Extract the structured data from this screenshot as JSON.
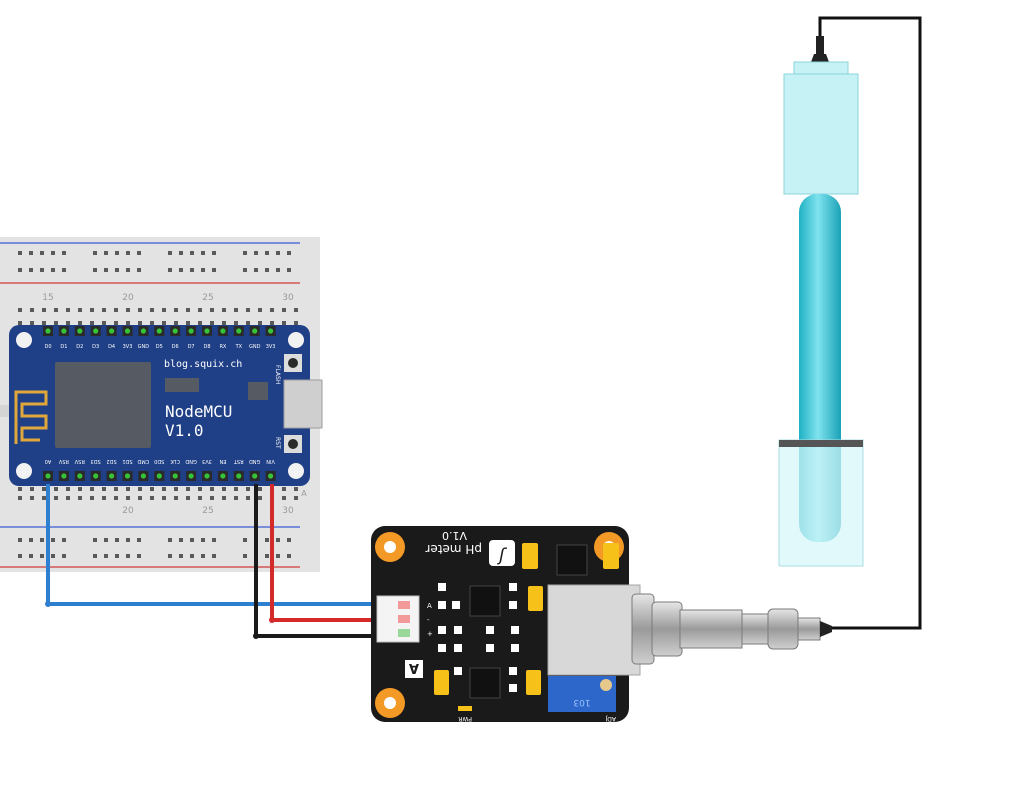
{
  "breadboard": {
    "top_numbers": [
      "15",
      "20",
      "25",
      "30"
    ],
    "bottom_numbers": [
      "20",
      "25",
      "30"
    ],
    "row_letter": "A"
  },
  "nodemcu": {
    "url": "blog.squix.ch",
    "name_line1": "NodeMCU",
    "name_line2": "V1.0",
    "flash_label": "FLASH",
    "rst_label": "RST",
    "top_pins": [
      "D0",
      "D1",
      "D2",
      "D3",
      "D4",
      "3V3",
      "GND",
      "D5",
      "D6",
      "D7",
      "D8",
      "RX",
      "TX",
      "GND",
      "3V3"
    ],
    "bottom_pins": [
      "A0",
      "RSV",
      "RSV",
      "SD3",
      "SD2",
      "SD1",
      "CMD",
      "SD0",
      "CLK",
      "GND",
      "3V3",
      "EN",
      "RST",
      "GND",
      "VIN"
    ]
  },
  "ph_board": {
    "title": "pH meter",
    "version": "V1.0",
    "pin_labels": [
      "A",
      "-",
      "+"
    ],
    "port_label": "A",
    "pwr_label": "PWR",
    "adj_label": "ADJ",
    "pot_label": "103"
  },
  "colors": {
    "pcb_blue": "#1f3f86",
    "pcb_black": "#1a1a1a",
    "wire_blue": "#2f7fd0",
    "wire_red": "#d42a2a",
    "wire_black": "#1a1a1a",
    "probe_cyan": "#36c8d8",
    "pad_orange": "#f39a26",
    "chip_yellow": "#f6c21a"
  }
}
